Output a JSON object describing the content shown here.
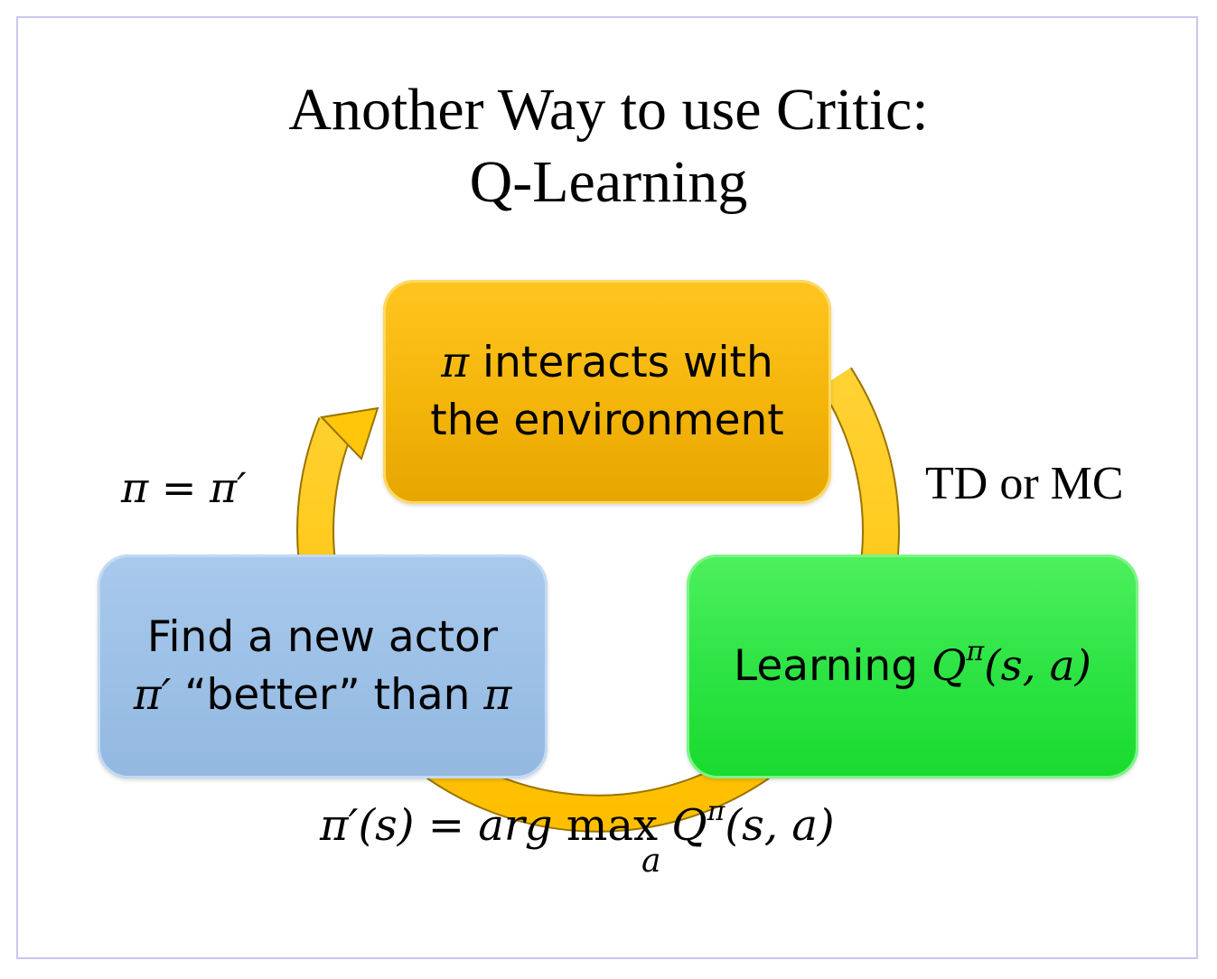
{
  "title": {
    "line1": "Another Way to use Critic:",
    "line2": "Q-Learning"
  },
  "boxes": {
    "top": {
      "symbol": "π",
      "line1_rest": " interacts with",
      "line2": "the environment",
      "color": "#f4b50a"
    },
    "right": {
      "text": "Learning ",
      "q": "Q",
      "sup": "π",
      "args": "(s, a)",
      "color": "#2ee445"
    },
    "left": {
      "line1": "Find a new actor",
      "line2_pi_prime": "π′",
      "line2_middle": " “better” than ",
      "line2_pi": "π",
      "color": "#9cc0e6"
    }
  },
  "labels": {
    "td_mc": "TD or MC",
    "policy_update": "π = π′",
    "argmax_lhs": "π′(s) = ",
    "argmax_arg": "arg",
    "argmax_max": " max ",
    "argmax_q": "Q",
    "argmax_sup": "π",
    "argmax_args": "(s, a)",
    "argmax_sub": "a"
  },
  "colors": {
    "arrow": "#ffc000",
    "arrow_edge": "#c69200",
    "frame": "#c8c8f0"
  }
}
